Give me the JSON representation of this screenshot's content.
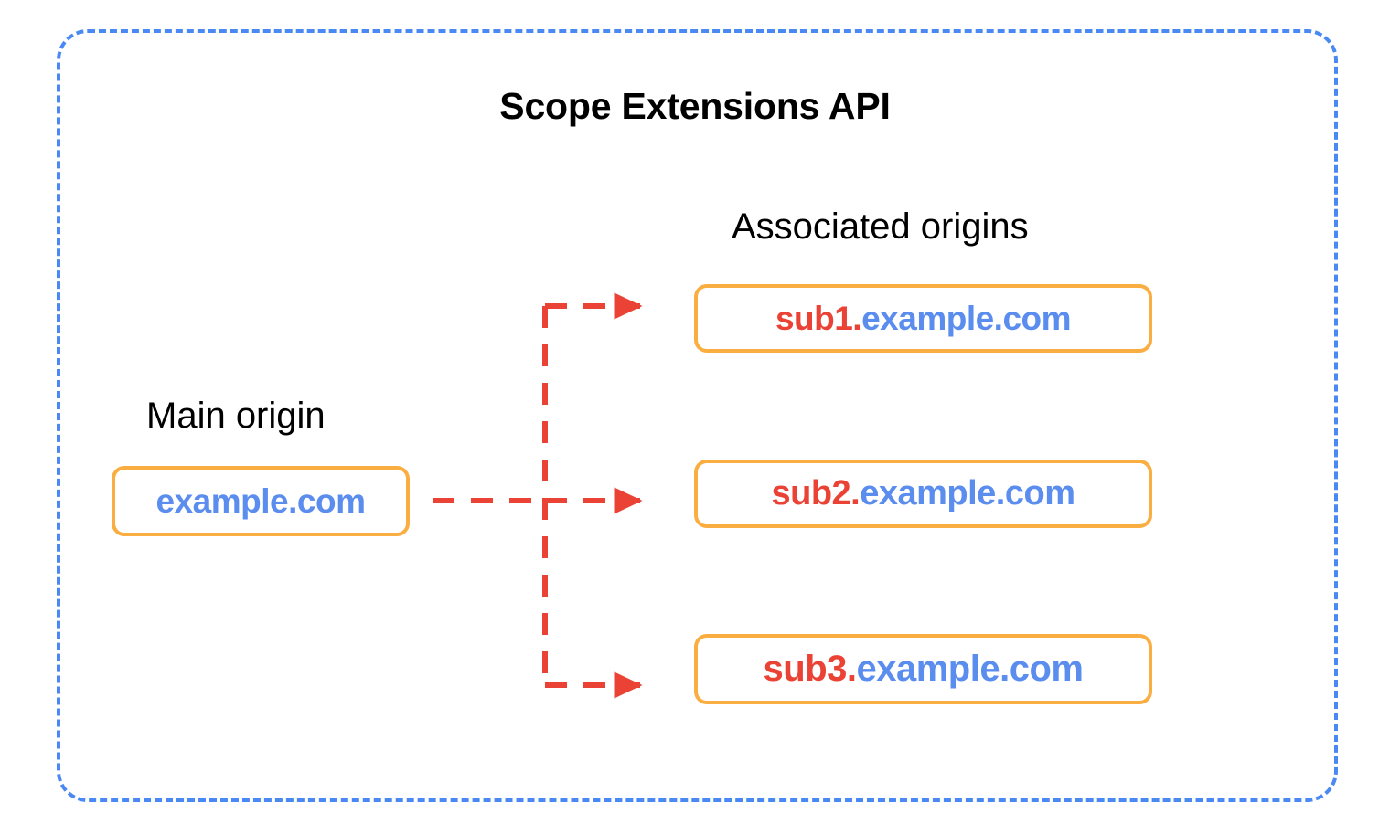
{
  "diagram": {
    "title": "Scope Extensions API",
    "frame_border_color": "#4A89F3",
    "box_border_color": "#FAAE42",
    "connector_color": "#EA4335",
    "sub_label_color": "#EA4335",
    "base_label_color": "#5B8DEF",
    "title_color": "#000000",
    "background": "#ffffff"
  },
  "main_origin": {
    "caption": "Main origin",
    "box": {
      "sub": "",
      "base": "example.com",
      "full": "example.com"
    }
  },
  "associated_origins": {
    "caption": "Associated origins",
    "boxes": [
      {
        "sub": "sub1.",
        "base": "example.com",
        "full": "sub1.example.com"
      },
      {
        "sub": "sub2.",
        "base": "example.com",
        "full": "sub2.example.com"
      },
      {
        "sub": "sub3.",
        "base": "example.com",
        "full": "sub3.example.com"
      }
    ]
  },
  "connectors": {
    "style": "dashed-arrow",
    "count": 3,
    "from": "example.com",
    "to": [
      "sub1.example.com",
      "sub2.example.com",
      "sub3.example.com"
    ]
  }
}
